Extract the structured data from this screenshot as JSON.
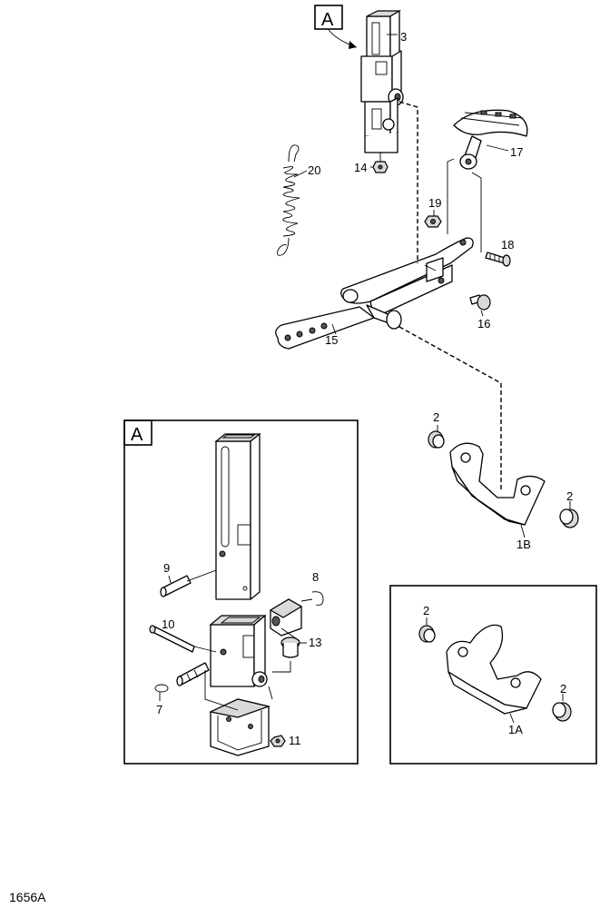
{
  "figure_id": "1656A",
  "detail_box": {
    "title": "A"
  },
  "callout": {
    "title": "A"
  },
  "labels": {
    "p3": "3",
    "p14": "14",
    "p20": "20",
    "p17": "17",
    "p19": "19",
    "p18": "18",
    "p16": "16",
    "p15": "15",
    "p2a": "2",
    "p2b": "2",
    "p1B": "1B",
    "p9": "9",
    "p8": "8",
    "p10": "10",
    "p13": "13",
    "p7": "7",
    "p11": "11",
    "p2c": "2",
    "p2d": "2",
    "p1A": "1A"
  }
}
